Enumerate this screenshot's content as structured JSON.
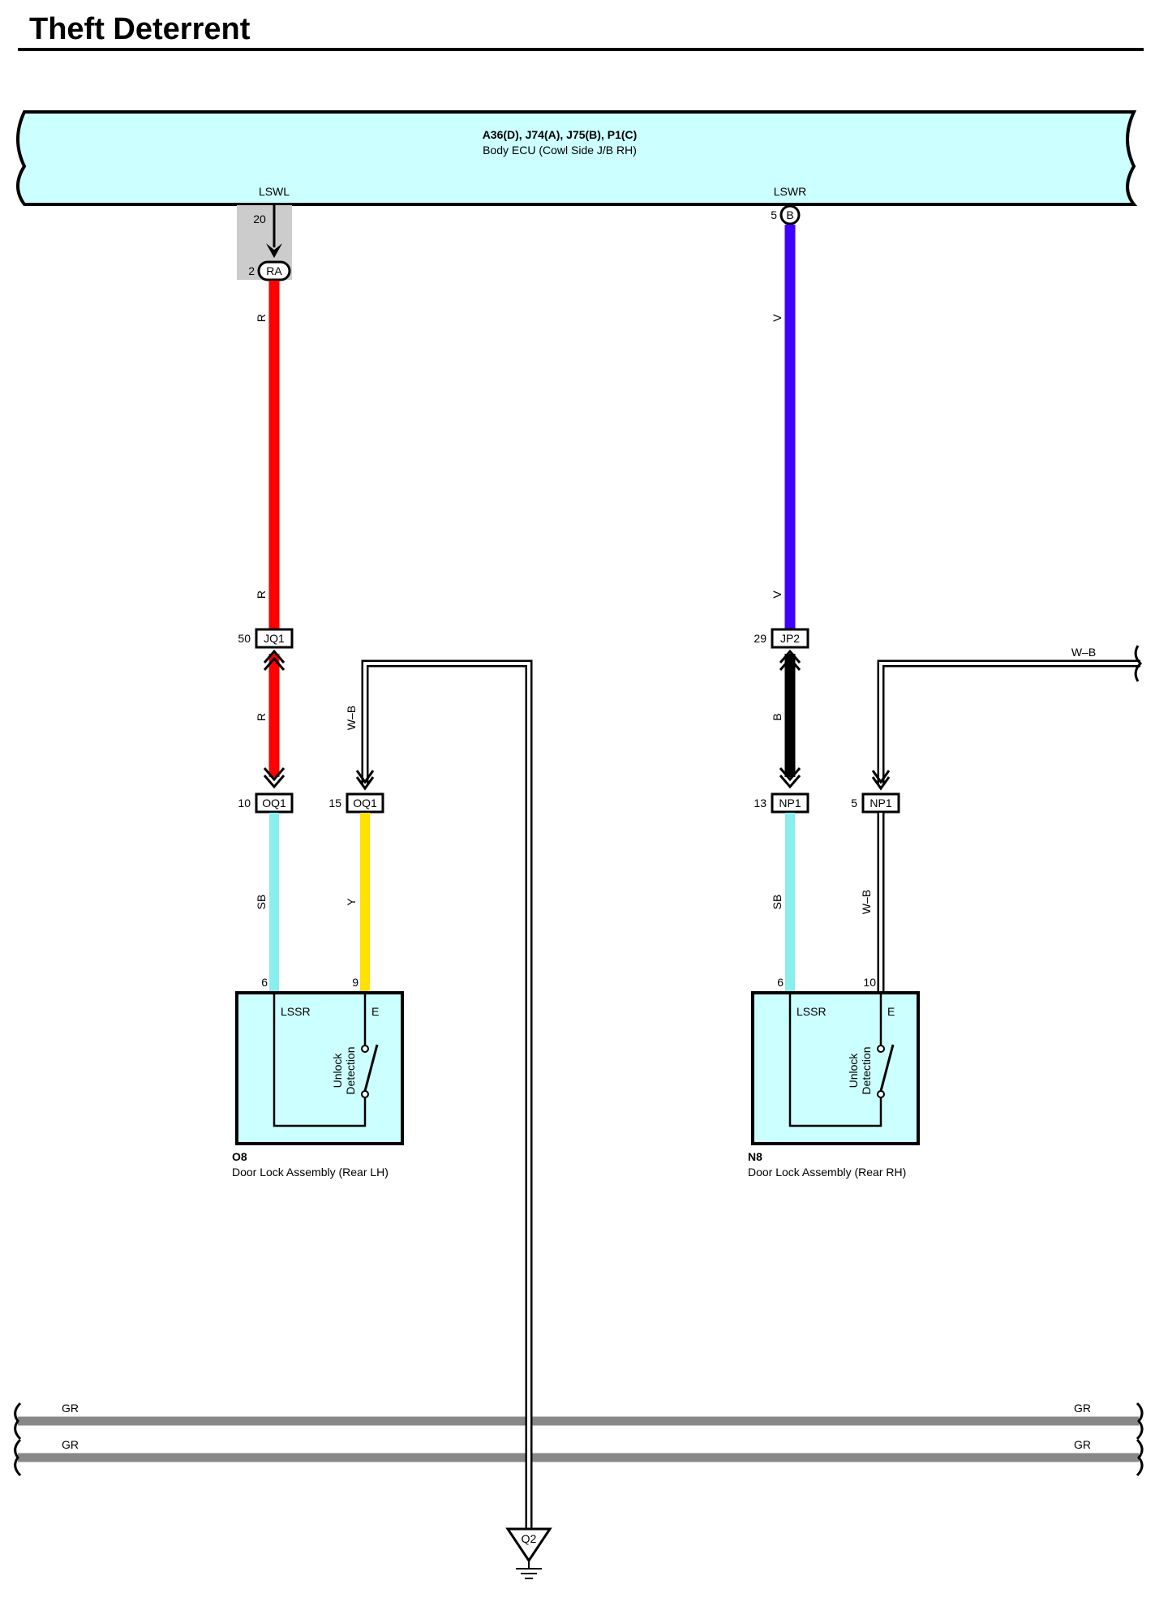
{
  "title": "Theft Deterrent",
  "ecu": {
    "connectors": "A36(D), J74(A), J75(B), P1(C)",
    "name": "Body ECU (Cowl Side J/B RH)",
    "pin_left_label": "LSWL",
    "pin_right_label": "LSWR",
    "pin_left_no": "20",
    "pin_right_no": "5",
    "pin_right_conn": "B"
  },
  "left": {
    "ra_pin": "2",
    "ra_conn": "RA",
    "wire_upper": "R",
    "wire_upper2": "R",
    "jq1_pin": "50",
    "jq1": "JQ1",
    "wire_mid": "R",
    "wire_wb": "W–B",
    "oq1_pin_a": "10",
    "oq1_a": "OQ1",
    "oq1_pin_b": "15",
    "oq1_b": "OQ1",
    "wire_sb": "SB",
    "wire_y": "Y",
    "comp_pin_a": "6",
    "comp_pin_b": "9",
    "term_a": "LSSR",
    "term_b": "E",
    "switch_line1": "Unlock",
    "switch_line2": "Detection",
    "comp_code": "O8",
    "comp_name": "Door Lock Assembly (Rear LH)"
  },
  "right": {
    "wire_upper": "V",
    "wire_upper2": "V",
    "jp2_pin": "29",
    "jp2": "JP2",
    "wire_mid": "B",
    "wire_wb_top": "W–B",
    "np1_pin_a": "13",
    "np1_a": "NP1",
    "np1_pin_b": "5",
    "np1_b": "NP1",
    "wire_sb": "SB",
    "wire_wb": "W–B",
    "comp_pin_a": "6",
    "comp_pin_b": "10",
    "term_a": "LSSR",
    "term_b": "E",
    "switch_line1": "Unlock",
    "switch_line2": "Detection",
    "comp_code": "N8",
    "comp_name": "Door Lock Assembly (Rear RH)"
  },
  "bus": {
    "gr1_left": "GR",
    "gr1_right": "GR",
    "gr2_left": "GR",
    "gr2_right": "GR"
  },
  "ground": {
    "code": "Q2"
  },
  "colors": {
    "ecu_fill": "#ccffff",
    "red": "#ff0000",
    "violet": "#4000ff",
    "sky_blue": "#88eeee",
    "yellow": "#ffe000",
    "gray_bus": "#888888",
    "black": "#000000"
  }
}
